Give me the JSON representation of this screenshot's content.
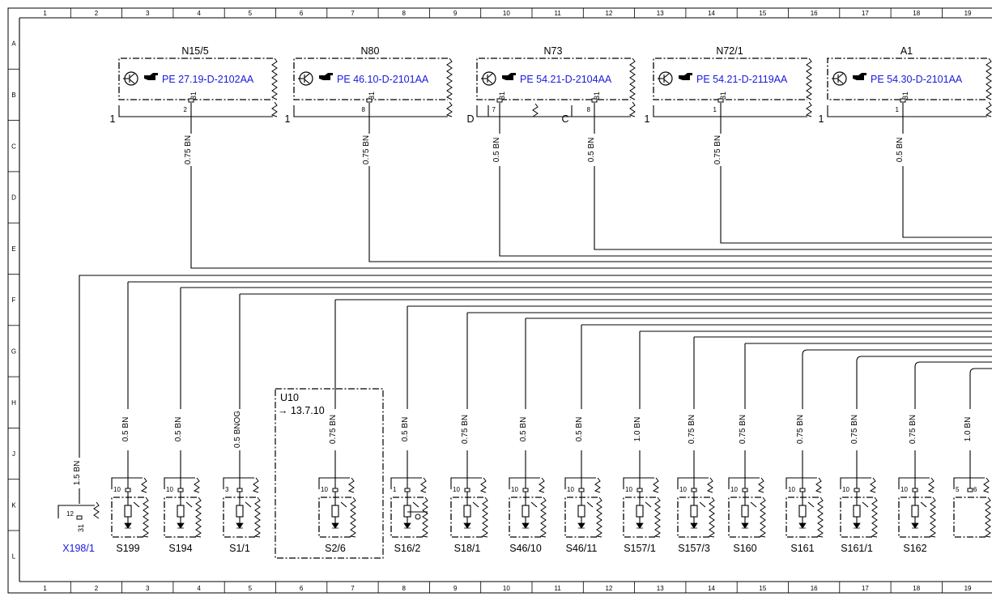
{
  "grid": {
    "columns": [
      "1",
      "2",
      "3",
      "4",
      "5",
      "6",
      "7",
      "8",
      "9",
      "10",
      "11",
      "12",
      "13",
      "14",
      "15",
      "16",
      "17",
      "18",
      "19"
    ],
    "rows": [
      "A",
      "B",
      "C",
      "D",
      "E",
      "F",
      "G",
      "H",
      "J",
      "K",
      "L"
    ]
  },
  "top_components": [
    {
      "id": "N15/5",
      "ref": "PE 27.19-D-2102AA",
      "pins": [
        {
          "pin": "2",
          "signal": "31",
          "wire": "0.75 BN"
        }
      ],
      "left_label": "1"
    },
    {
      "id": "N80",
      "ref": "PE 46.10-D-2101AA",
      "pins": [
        {
          "pin": "8",
          "signal": "31",
          "wire": "0.75 BN"
        }
      ],
      "left_label": "1"
    },
    {
      "id": "N73",
      "ref": "PE 54.21-D-2104AA",
      "pins": [
        {
          "pin": "7",
          "signal": "31",
          "wire": "0.5 BN"
        },
        {
          "pin": "8",
          "signal": "31",
          "wire": "0.5 BN"
        }
      ],
      "left_label": "D",
      "mid_label": "C"
    },
    {
      "id": "N72/1",
      "ref": "PE 54.21-D-2119AA",
      "pins": [
        {
          "pin": "1",
          "signal": "31",
          "wire": "0.75 BN"
        }
      ],
      "left_label": "1"
    },
    {
      "id": "A1",
      "ref": "PE 54.30-D-2101AA",
      "pins": [
        {
          "pin": "1",
          "signal": "31",
          "wire": "0.5 BN"
        }
      ],
      "left_label": "1"
    }
  ],
  "ground_connector": {
    "id": "X198/1",
    "pin": "12",
    "signal": "31",
    "wire": "1.5 BN"
  },
  "u10": {
    "id": "U10",
    "ref": "13.7.10"
  },
  "switches": [
    {
      "id": "S199",
      "pin": "10",
      "wire": "0.5 BN"
    },
    {
      "id": "S194",
      "pin": "10",
      "wire": "0.5 BN"
    },
    {
      "id": "S1/1",
      "pin": "3",
      "wire": "0.5 BNOG"
    },
    {
      "id": "S2/6",
      "pin": "10",
      "wire": "0.75 BN"
    },
    {
      "id": "S16/2",
      "pin": "1",
      "wire": "0.5 BN"
    },
    {
      "id": "S18/1",
      "pin": "10",
      "wire": "0.75 BN"
    },
    {
      "id": "S46/10",
      "pin": "10",
      "wire": "0.5 BN"
    },
    {
      "id": "S46/11",
      "pin": "10",
      "wire": "0.5 BN"
    },
    {
      "id": "S157/1",
      "pin": "10",
      "wire": "1.0 BN"
    },
    {
      "id": "S157/3",
      "pin": "10",
      "wire": "0.75 BN"
    },
    {
      "id": "S160",
      "pin": "10",
      "wire": "0.75 BN"
    },
    {
      "id": "S161",
      "pin": "10",
      "wire": "0.75 BN"
    },
    {
      "id": "S161/1",
      "pin": "10",
      "wire": "0.75 BN"
    },
    {
      "id": "S162",
      "pin": "10",
      "wire": "0.75 BN"
    },
    {
      "id": "",
      "pin": "5",
      "pin2": "6",
      "wire": "1.0 BN"
    }
  ]
}
